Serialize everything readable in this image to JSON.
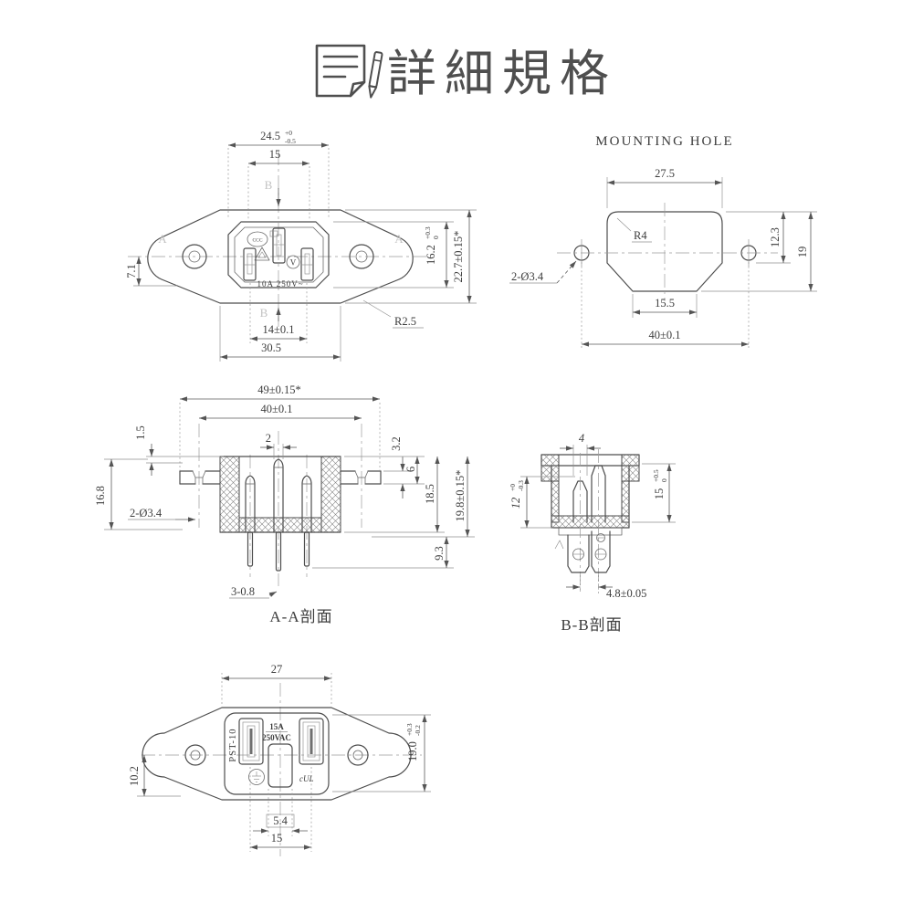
{
  "title": {
    "text": "詳細規格"
  },
  "front_view": {
    "section_label_left": "A",
    "section_label_right": "A",
    "section_label_top": "B",
    "section_label_bottom": "B",
    "rating": "10A 250V~",
    "cert_ccc": "CCC",
    "cert_vde": "V",
    "dims": {
      "slot_width": {
        "main": "24.5",
        "tol_top": "+0",
        "tol_bot": "-0.5"
      },
      "inner_width": "15",
      "ear_offset": "7.1",
      "recess_height": {
        "main": "16.2",
        "tol_top": "+0.3",
        "tol_bot": "0"
      },
      "overall_height": "22.7±0.15*",
      "pin_pitch": "14±0.1",
      "body_width": "30.5",
      "corner_radius": "R2.5"
    }
  },
  "mounting_hole": {
    "title": "MOUNTING HOLE",
    "dims": {
      "top_width": "27.5",
      "corner_radius": "R4",
      "drill": "2-Ø3.4",
      "upper_height": "12.3",
      "overall_height": "19",
      "bottom_width": "15.5",
      "hole_pitch": "40±0.1"
    }
  },
  "section_aa": {
    "label": "A-A剖面",
    "dims": {
      "overall_width": "49±0.15*",
      "hole_pitch": "40±0.1",
      "pin_width": "2",
      "step": "1.5",
      "flange_thickness": "3.2",
      "depth_6": "6",
      "depth_18_5": "18.5",
      "overall_height": "19.8±0.15*",
      "pin_length": "9.3",
      "body_height": "16.8",
      "drill": "2-Ø3.4",
      "pins": "3-0.8"
    }
  },
  "section_bb": {
    "label": "B-B剖面",
    "dims": {
      "pin_width": "4",
      "depth": {
        "main": "12",
        "tol_top": "+0",
        "tol_bot": "-0.3"
      },
      "height": {
        "main": "15",
        "tol_top": "+0.5",
        "tol_bot": "0"
      },
      "pin_pitch": "4.8±0.05"
    }
  },
  "rear_view": {
    "model": "PST-10",
    "rating_current": "15A",
    "rating_voltage": "250VAC",
    "ul_mark": "cUL",
    "dims": {
      "top_width": "27",
      "ear_offset": "10.2",
      "height": {
        "main": "19.0",
        "tol_top": "+0.3",
        "tol_bot": "-0.2"
      },
      "slot_width": "5.4",
      "pin_pitch": "15"
    }
  }
}
